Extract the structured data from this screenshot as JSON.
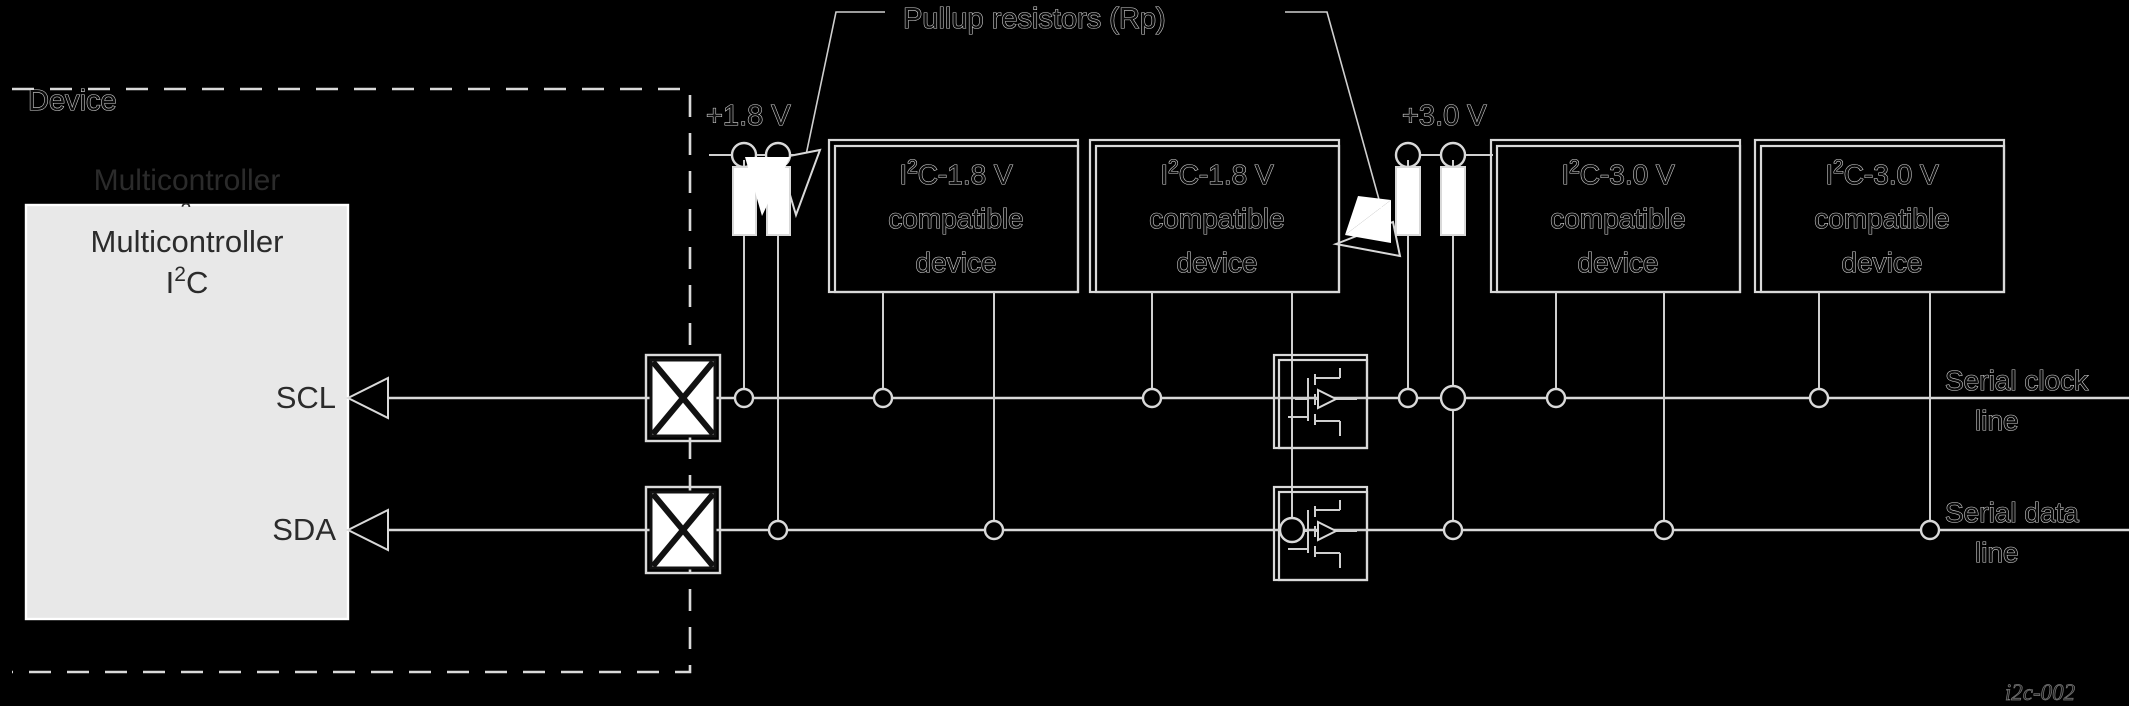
{
  "figure": {
    "id_label": "i2c-002",
    "background_color": "#000000",
    "line_color": "#d9d9d9",
    "panel_fill": "#e8e8e8"
  },
  "annotations": {
    "pullup_label": "Pullup resistors (Rp)"
  },
  "device_boundary": {
    "label": "Device"
  },
  "controller": {
    "title_line1": "Multicontroller",
    "title_line2_base": "I",
    "title_line2_sup": "2",
    "title_line2_tail": "C",
    "pins": [
      {
        "name": "SCL"
      },
      {
        "name": "SDA"
      }
    ]
  },
  "supplies": [
    {
      "name": "rail-1v8",
      "label": "+1.8 V"
    },
    {
      "name": "rail-3v0",
      "label": "+3.0 V"
    }
  ],
  "devices": [
    {
      "line1_base": "I",
      "line1_sup": "2",
      "line1_tail": "C-1.8 V",
      "line2": "compatible",
      "line3": "device"
    },
    {
      "line1_base": "I",
      "line1_sup": "2",
      "line1_tail": "C-1.8 V",
      "line2": "compatible",
      "line3": "device"
    },
    {
      "line1_base": "I",
      "line1_sup": "2",
      "line1_tail": "C-3.0 V",
      "line2": "compatible",
      "line3": "device"
    },
    {
      "line1_base": "I",
      "line1_sup": "2",
      "line1_tail": "C-3.0 V",
      "line2": "compatible",
      "line3": "device"
    }
  ],
  "level_shifters": [
    {
      "name": "level-shifter-scl",
      "symbol": "n-mosfet"
    },
    {
      "name": "level-shifter-sda",
      "symbol": "n-mosfet"
    }
  ],
  "bus_lines": [
    {
      "name": "serial-clock-line",
      "label_line1": "Serial clock",
      "label_line2": "line"
    },
    {
      "name": "serial-data-line",
      "label_line1": "Serial data",
      "label_line2": "line"
    }
  ]
}
